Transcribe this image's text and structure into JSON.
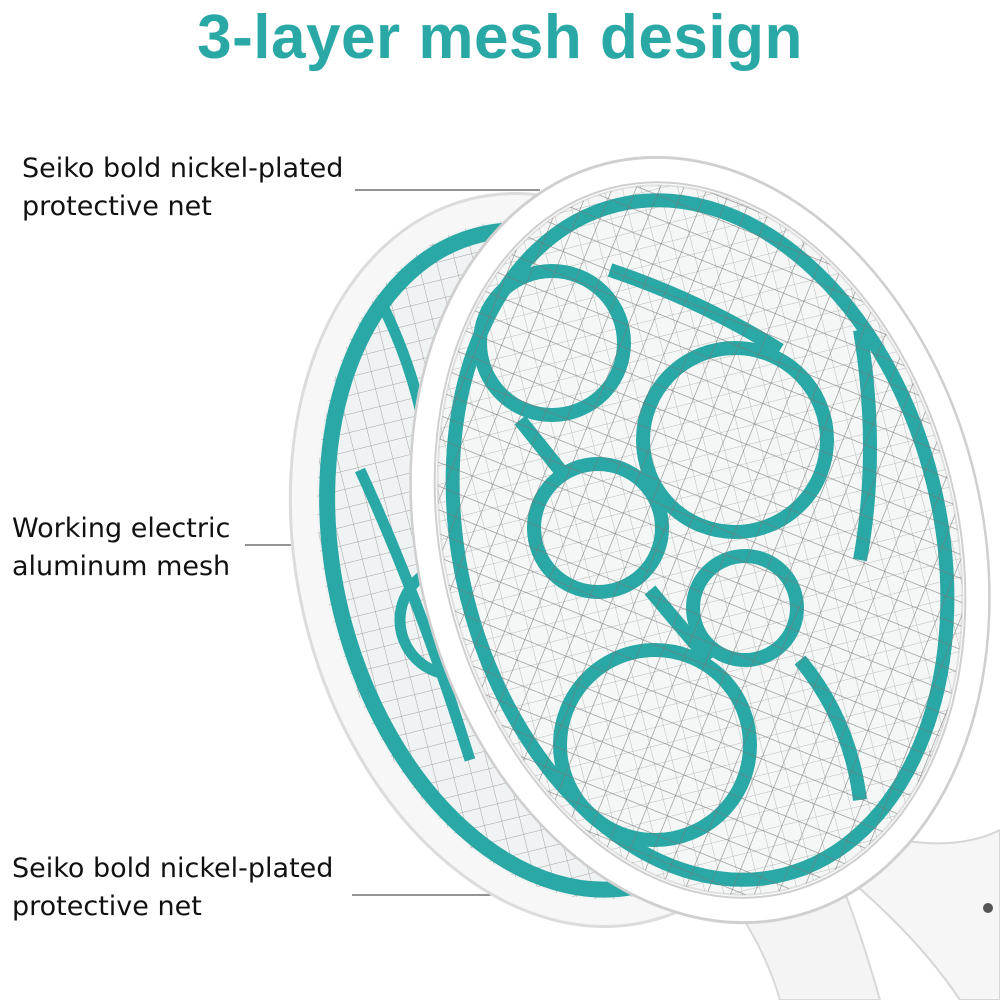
{
  "title": "3-layer mesh design",
  "labels": {
    "top": {
      "line1": "Seiko bold nickel-plated",
      "line2": "protective net"
    },
    "middle": {
      "line1": "Working electric",
      "line2": "aluminum mesh"
    },
    "bottom": {
      "line1": "Seiko bold nickel-plated",
      "line2": "protective net"
    }
  },
  "colors": {
    "title": "#2aa8a6",
    "teal_mesh": "#2aa8a6",
    "frame": "#ffffff",
    "mesh_wire": "#6f6f6f"
  },
  "icons": [
    "fly-swatter-racket-illustration"
  ]
}
